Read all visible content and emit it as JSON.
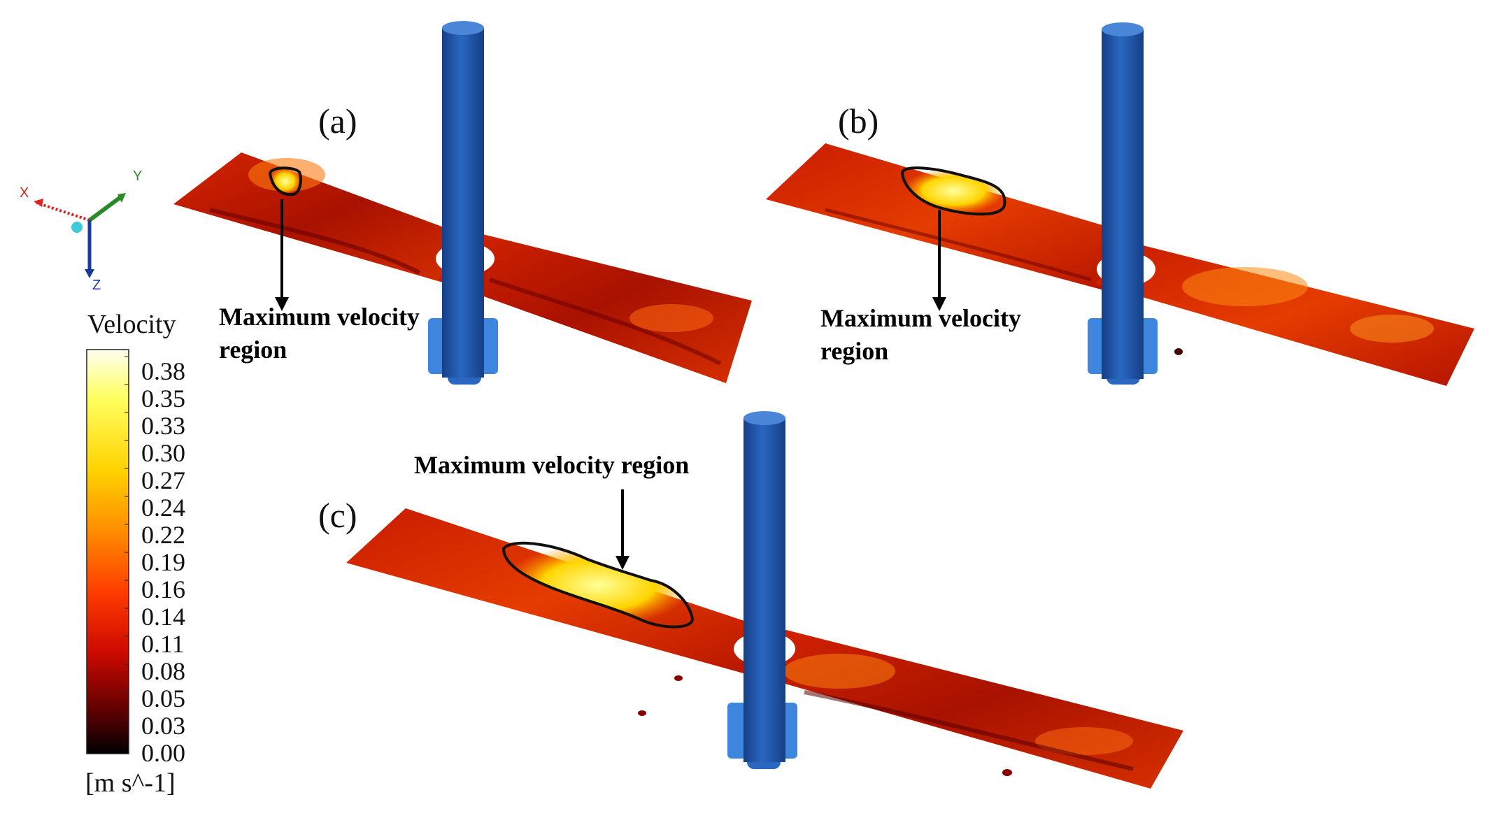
{
  "panels": [
    {
      "label": "(a)",
      "annotation_line1": "Maximum velocity",
      "annotation_line2": "region"
    },
    {
      "label": "(b)",
      "annotation_line1": "Maximum velocity",
      "annotation_line2": "region"
    },
    {
      "label": "(c)",
      "annotation": "Maximum velocity region"
    }
  ],
  "axes": {
    "x": "X",
    "y": "Y",
    "z": "Z"
  },
  "legend": {
    "title": "Velocity",
    "unit": "[m s^-1]",
    "ticks": [
      "0.38",
      "0.35",
      "0.33",
      "0.30",
      "0.27",
      "0.24",
      "0.22",
      "0.19",
      "0.16",
      "0.14",
      "0.11",
      "0.08",
      "0.05",
      "0.03",
      "0.00"
    ],
    "colors": [
      "#fffff2",
      "#ffff60",
      "#ffd200",
      "#ff8c00",
      "#ff3c00",
      "#cc0a00",
      "#5a0000",
      "#000000"
    ]
  },
  "colors": {
    "shaft": "#1f5cb0",
    "impeller": "#3e86dd",
    "plane_base": "#c41a00",
    "hot_region": "#ffe640",
    "contour": "#111111"
  }
}
